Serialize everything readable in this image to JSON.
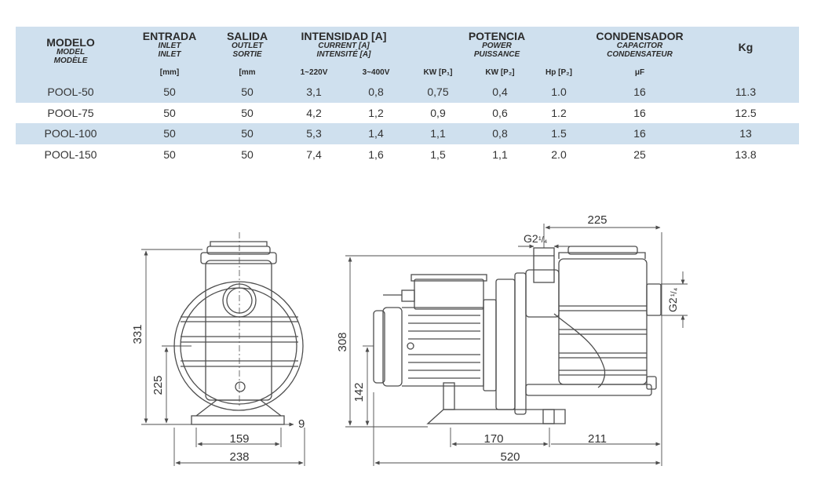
{
  "table": {
    "headers": {
      "modelo": {
        "main": "MODELO",
        "sub1": "MODEL",
        "sub2": "MODÈLE"
      },
      "entrada": {
        "main": "ENTRADA",
        "sub1": "INLET",
        "sub2": "INLET",
        "unit": "[mm]"
      },
      "salida": {
        "main": "SALIDA",
        "sub1": "OUTLET",
        "sub2": "SORTIE",
        "unit": "[mm"
      },
      "intensidad": {
        "main": "INTENSIDAD [A]",
        "sub1": "CURRENT [A]",
        "sub2": "INTENSITÉ [A]",
        "unit1": "1~220V",
        "unit2": "3~400V"
      },
      "potencia": {
        "main": "POTENCIA",
        "sub1": "POWER",
        "sub2": "PUISSANCE",
        "unit1": "KW [P₁]",
        "unit2": "KW [P₂]",
        "unit3": "Hp [P₂]"
      },
      "condensador": {
        "main": "CONDENSADOR",
        "sub1": "CAPACITOR",
        "sub2": "CONDENSATEUR",
        "unit": "μF"
      },
      "kg": {
        "main": "Kg"
      }
    },
    "rows": [
      {
        "model": "POOL-50",
        "inlet": "50",
        "outlet": "50",
        "a220": "3,1",
        "a400": "0,8",
        "kw1": "0,75",
        "kw2": "0,4",
        "hp": "1.0",
        "uf": "16",
        "kg": "11.3"
      },
      {
        "model": "POOL-75",
        "inlet": "50",
        "outlet": "50",
        "a220": "4,2",
        "a400": "1,2",
        "kw1": "0,9",
        "kw2": "0,6",
        "hp": "1.2",
        "uf": "16",
        "kg": "12.5"
      },
      {
        "model": "POOL-100",
        "inlet": "50",
        "outlet": "50",
        "a220": "5,3",
        "a400": "1,4",
        "kw1": "1,1",
        "kw2": "0,8",
        "hp": "1.5",
        "uf": "16",
        "kg": "13"
      },
      {
        "model": "POOL-150",
        "inlet": "50",
        "outlet": "50",
        "a220": "7,4",
        "a400": "1,6",
        "kw1": "1,5",
        "kw2": "1,1",
        "hp": "2.0",
        "uf": "25",
        "kg": "13.8"
      }
    ]
  },
  "drawing": {
    "front": {
      "height_total": "331",
      "height_axis": "225",
      "base_inner": "159",
      "base_outer": "238",
      "foot": "9"
    },
    "side": {
      "height_total": "308",
      "height_base": "142",
      "length_total": "520",
      "length_mid": "170",
      "length_right": "211",
      "top_dim": "225",
      "port_top": "G2",
      "port_top_frac": "¹/₄",
      "port_side": "G2",
      "port_side_frac": "¹/₄"
    }
  },
  "colors": {
    "header_band": "#cfe0ee",
    "line": "#4d4d4d"
  }
}
